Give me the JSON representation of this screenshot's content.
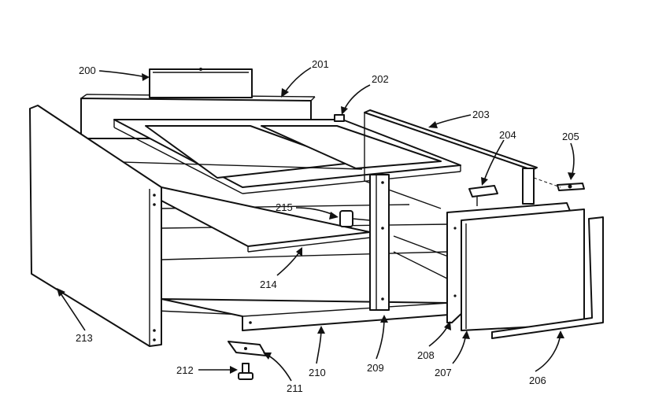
{
  "callouts": {
    "c200": "200",
    "c201": "201",
    "c202": "202",
    "c203": "203",
    "c204": "204",
    "c205": "205",
    "c206": "206",
    "c207": "207",
    "c208": "208",
    "c209": "209",
    "c210": "210",
    "c211": "211",
    "c212": "212",
    "c213": "213",
    "c214": "214",
    "c215": "215"
  }
}
